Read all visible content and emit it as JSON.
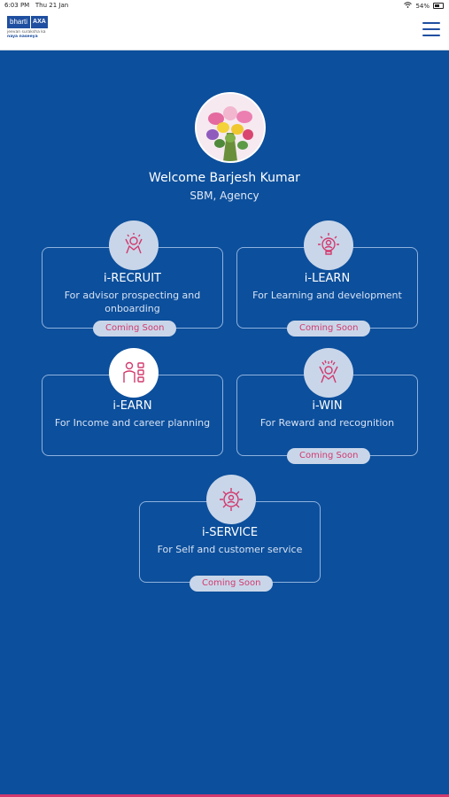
{
  "status": {
    "time": "6:03 PM",
    "date": "Thu 21 Jan",
    "battery": "54%"
  },
  "logo": {
    "brand": "bharti",
    "brand2": "AXA",
    "tagline1": "jeevan suraksha ka",
    "tagline2": "naya naseeya"
  },
  "profile": {
    "welcome": "Welcome Barjesh Kumar",
    "role": "SBM, Agency"
  },
  "cards": [
    {
      "title": "i-RECRUIT",
      "desc": "For advisor prospecting and onboarding",
      "badge": "Coming Soon",
      "icon": "recruit-icon"
    },
    {
      "title": "i-LEARN",
      "desc": "For Learning and development",
      "badge": "Coming Soon",
      "icon": "learn-icon"
    },
    {
      "title": "i-EARN",
      "desc": "For Income and career planning",
      "badge": "",
      "icon": "earn-icon"
    },
    {
      "title": "i-WIN",
      "desc": "For Reward and recognition",
      "badge": "Coming Soon",
      "icon": "win-icon"
    },
    {
      "title": "i-SERVICE",
      "desc": "For Self and customer service",
      "badge": "Coming Soon",
      "icon": "service-icon"
    }
  ],
  "colors": {
    "background": "#0c4f9c",
    "accent": "#d23a6e",
    "badge_bg": "#c9d6e9",
    "header": "#ffffff"
  }
}
